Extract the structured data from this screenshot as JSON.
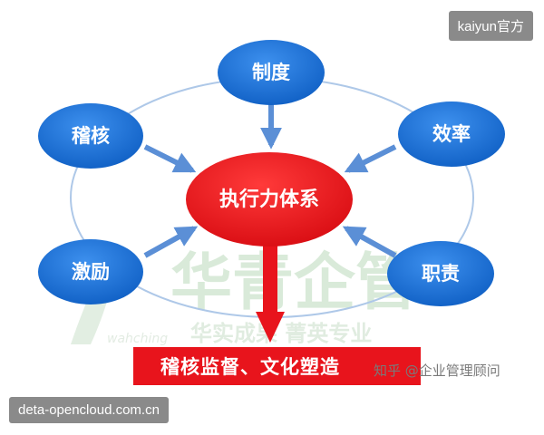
{
  "badges": {
    "top_right": "kaiyun官方",
    "bottom_left": "deta-opencloud.com.cn"
  },
  "diagram": {
    "center": "执行力体系",
    "nodes": {
      "top": "制度",
      "upper_left": "稽核",
      "upper_right": "效率",
      "lower_left": "激励",
      "lower_right": "职责"
    },
    "result": "稽核监督、文化塑造"
  },
  "watermark": {
    "main": "华青企管",
    "slogan": "华实成果  菁英专业",
    "latin": "wahching"
  },
  "source_label": "知乎 @企业管理顾问",
  "colors": {
    "node_blue": "#1a73d9",
    "center_red": "#e8141c",
    "arrow_blue": "#5b8fd6",
    "ring_stroke": "#aec8e8"
  }
}
